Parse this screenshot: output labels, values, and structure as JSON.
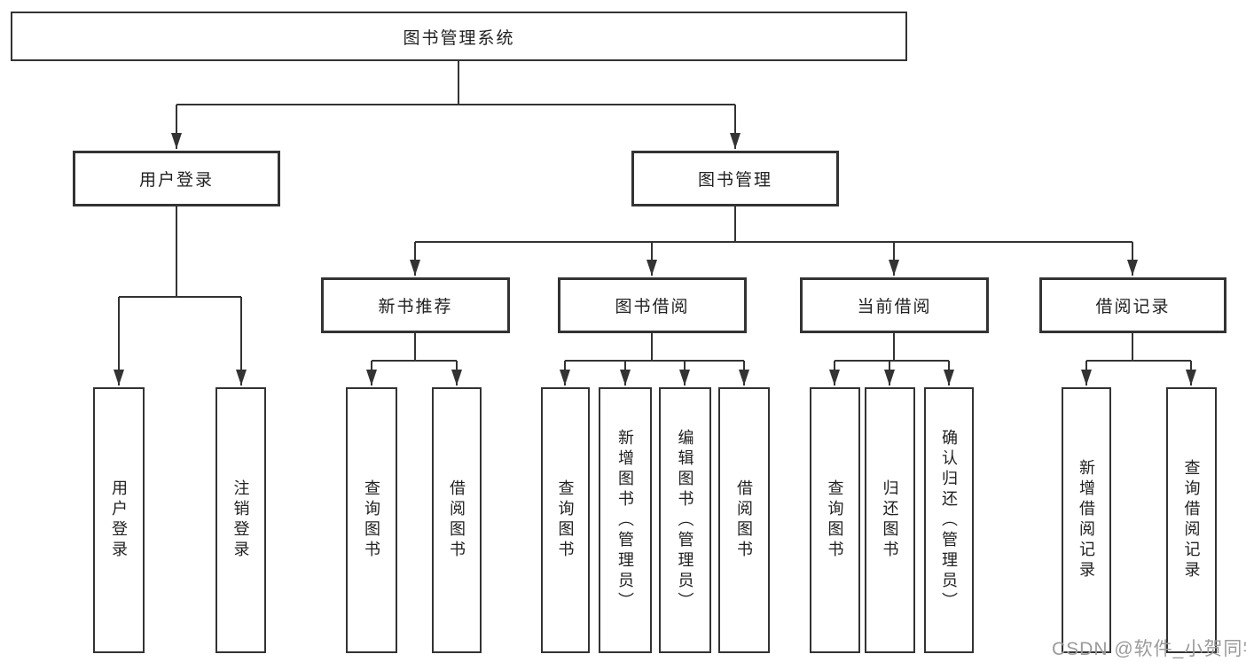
{
  "diagram": {
    "kind": "function-structure-tree",
    "colors": {
      "line": "#333333",
      "text": "#212121",
      "watermark": "#9b9b9b",
      "background": "#ffffff"
    },
    "watermark": "CSDN @软件_小贺同学"
  },
  "nodes": {
    "root": {
      "label": "图书管理系统",
      "parent": null
    },
    "user_login": {
      "label": "用户登录",
      "parent": "root"
    },
    "book_mgmt": {
      "label": "图书管理",
      "parent": "root"
    },
    "new_book_rec": {
      "label": "新书推荐",
      "parent": "book_mgmt"
    },
    "book_borrow": {
      "label": "图书借阅",
      "parent": "book_mgmt"
    },
    "current_borrow": {
      "label": "当前借阅",
      "parent": "book_mgmt"
    },
    "borrow_records": {
      "label": "借阅记录",
      "parent": "book_mgmt"
    },
    "leaf_user_login": {
      "label": "用户登录",
      "parent": "user_login"
    },
    "leaf_logout": {
      "label": "注销登录",
      "parent": "user_login"
    },
    "leaf_query_book_a": {
      "label": "查询图书",
      "parent": "new_book_rec"
    },
    "leaf_borrow_book_a": {
      "label": "借阅图书",
      "parent": "new_book_rec"
    },
    "leaf_query_book_b": {
      "label": "查询图书",
      "parent": "book_borrow"
    },
    "leaf_add_book": {
      "label": "新增图书（管理员）",
      "parent": "book_borrow"
    },
    "leaf_edit_book": {
      "label": "编辑图书（管理员）",
      "parent": "book_borrow"
    },
    "leaf_borrow_book_b": {
      "label": "借阅图书",
      "parent": "book_borrow"
    },
    "leaf_query_book_c": {
      "label": "查询图书",
      "parent": "current_borrow"
    },
    "leaf_return_book": {
      "label": "归还图书",
      "parent": "current_borrow"
    },
    "leaf_confirm_return": {
      "label": "确认归还（管理员）",
      "parent": "current_borrow"
    },
    "leaf_add_record": {
      "label": "新增借阅记录",
      "parent": "borrow_records"
    },
    "leaf_query_record": {
      "label": "查询借阅记录",
      "parent": "borrow_records"
    }
  }
}
